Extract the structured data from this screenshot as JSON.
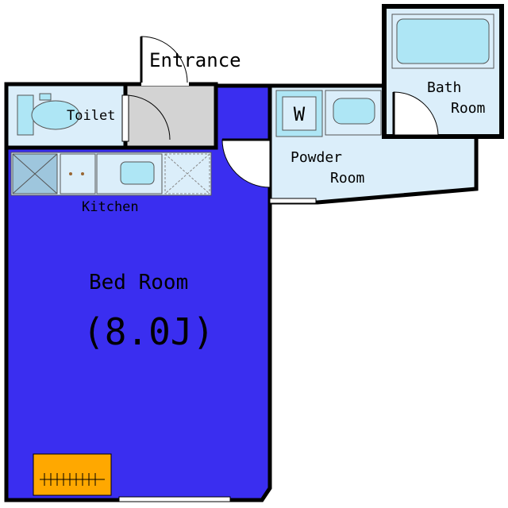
{
  "labels": {
    "entrance": "Entrance",
    "toilet": "Toilet",
    "kitchen": "Kitchen",
    "powder_room_line1": "Powder",
    "powder_room_line2": "Room",
    "bath_room_line1": "Bath",
    "bath_room_line2": "Room",
    "washer": "W",
    "bed_room": "Bed Room",
    "bed_room_size": "(8.0J)"
  },
  "colors": {
    "bed_room": "#3a2ef0",
    "wet_area": "#dbeefa",
    "fixture": "#aee6f5",
    "entrance_floor": "#d3d3d3",
    "heater": "#ffa800",
    "wall": "#000000"
  },
  "icons": [
    "door-swing-icon",
    "toilet-icon",
    "washer-icon",
    "sink-icon",
    "stove-icon",
    "bathtub-icon",
    "floor-heater-icon"
  ]
}
